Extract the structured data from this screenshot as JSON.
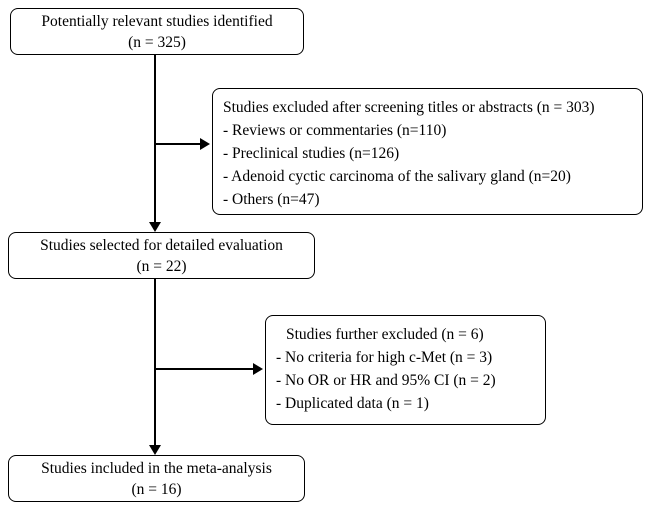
{
  "flowchart": {
    "box_identified": {
      "line1": "Potentially relevant studies identified",
      "line2": "(n = 325)"
    },
    "exclusion_screening": {
      "title": "Studies excluded after screening titles or abstracts (n = 303)",
      "items": [
        "- Reviews or commentaries (n=110)",
        "- Preclinical studies (n=126)",
        "- Adenoid cyctic carcinoma of the salivary gland (n=20)",
        "- Others (n=47)"
      ]
    },
    "box_selected": {
      "line1": "Studies selected for detailed evaluation",
      "line2": "(n = 22)"
    },
    "exclusion_further": {
      "title": "Studies further excluded (n = 6)",
      "items": [
        "- No criteria for high c-Met (n = 3)",
        "- No OR or HR and 95% CI (n = 2)",
        "- Duplicated data (n = 1)"
      ]
    },
    "box_included": {
      "line1": "Studies included in the meta-analysis",
      "line2": "(n = 16)"
    }
  }
}
